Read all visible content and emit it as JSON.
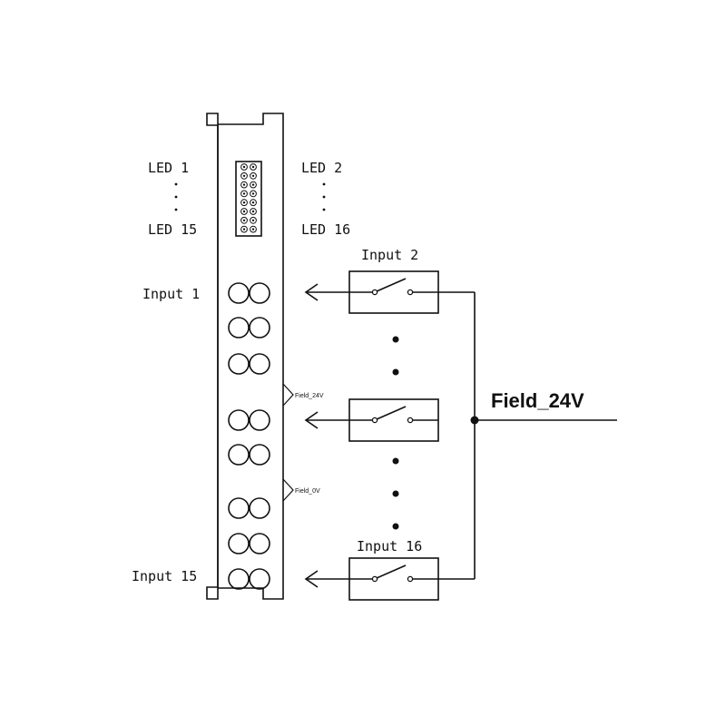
{
  "module": {
    "led_top_left": "LED 1",
    "led_top_right": "LED 2",
    "led_bottom_left": "LED 15",
    "led_bottom_right": "LED 16",
    "input_first": "Input 1",
    "input_last": "Input 15",
    "field_24v_small": "Field_24V",
    "field_0v_small": "Field_0V"
  },
  "circuit": {
    "switch_top_label": "Input 2",
    "switch_bottom_label": "Input 16",
    "supply_label": "Field_24V"
  }
}
